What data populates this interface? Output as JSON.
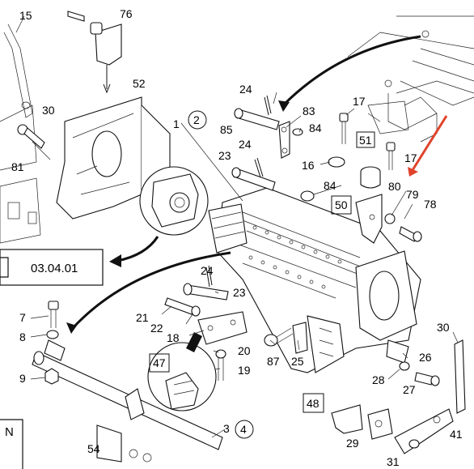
{
  "reference_box": "03.04.01",
  "left_edge_letter": "N",
  "circled_numbers": [
    "2",
    "4"
  ],
  "boxed_numbers": [
    "51",
    "50",
    "47",
    "48"
  ],
  "part_numbers": [
    "15",
    "76",
    "52",
    "30",
    "81",
    "1",
    "24",
    "83",
    "85",
    "84",
    "17",
    "23",
    "16",
    "51",
    "50",
    "80",
    "79",
    "78",
    "24",
    "23",
    "21",
    "22",
    "18",
    "20",
    "19",
    "87",
    "25",
    "26",
    "28",
    "27",
    "30",
    "7",
    "8",
    "9",
    "29",
    "41",
    "3",
    "54",
    "31",
    "17",
    "84"
  ],
  "accent_color": "#e0432b"
}
